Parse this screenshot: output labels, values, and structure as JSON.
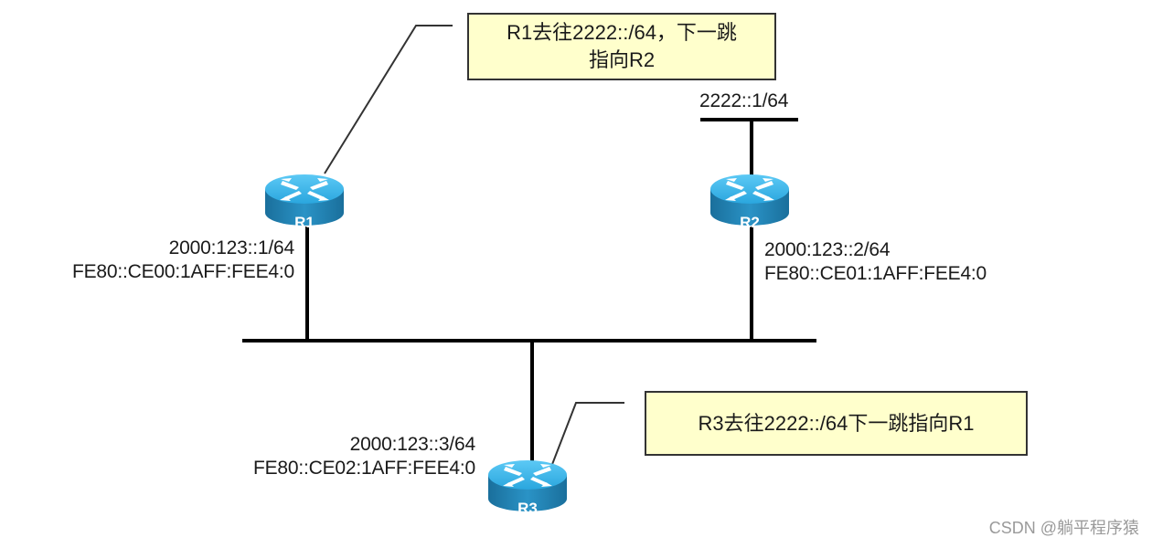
{
  "diagram": {
    "routers": [
      {
        "id": "R1",
        "label": "R1",
        "ipv6_global": "2000:123::1/64",
        "ipv6_link_local": "FE80::CE00:1AFF:FEE4:0"
      },
      {
        "id": "R2",
        "label": "R2",
        "ipv6_global": "2000:123::2/64",
        "ipv6_link_local": "FE80::CE01:1AFF:FEE4:0",
        "loopback_network": "2222::1/64"
      },
      {
        "id": "R3",
        "label": "R3",
        "ipv6_global": "2000:123::3/64",
        "ipv6_link_local": "FE80::CE02:1AFF:FEE4:0"
      }
    ],
    "notes": [
      {
        "attached_to": "R1",
        "line1": "R1去往2222::/64，下一跳",
        "line2": "指向R2"
      },
      {
        "attached_to": "R3",
        "text": "R3去往2222::/64下一跳指向R1"
      }
    ],
    "colors": {
      "router_top": "#35b4ea",
      "router_side": "#1c7fb0",
      "note_fill": "#ffffcc",
      "line": "#000000"
    }
  },
  "watermark": "CSDN @躺平程序猿"
}
